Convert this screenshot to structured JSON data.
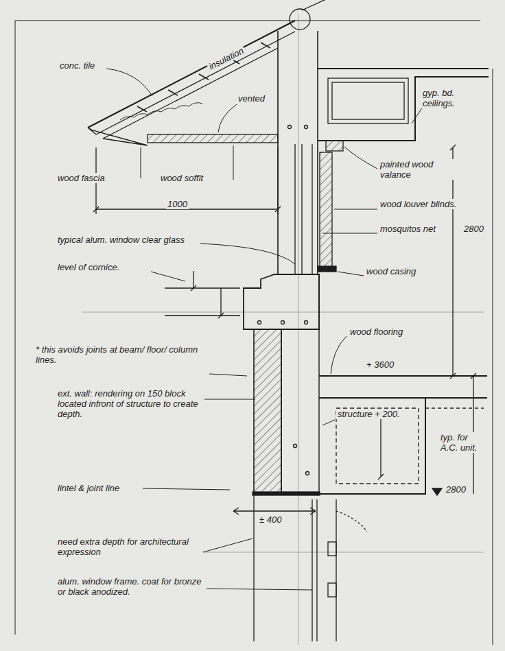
{
  "diagram": {
    "labels": [
      "conc. tile",
      "insulation",
      "vented",
      "gyp. bd. ceilings.",
      "wood fascia",
      "wood soffit",
      "painted wood valance",
      "1000",
      "wood louver blinds.",
      "mosquitos net",
      "2800",
      "typical alum. window clear glass",
      "level of cornice.",
      "wood casing",
      "wood flooring",
      "+ 3600",
      "* this avoids joints at beam/ floor/ column lines.",
      "ext. wall: rendering on 150 block located infront of structure to create depth.",
      "structure + 200.",
      "typ. for A.C. unit.",
      "2800",
      "lintel & joint line",
      "± 400",
      "need extra depth for architectural expression",
      "alum. window frame. coat for bronze or black anodized."
    ]
  }
}
